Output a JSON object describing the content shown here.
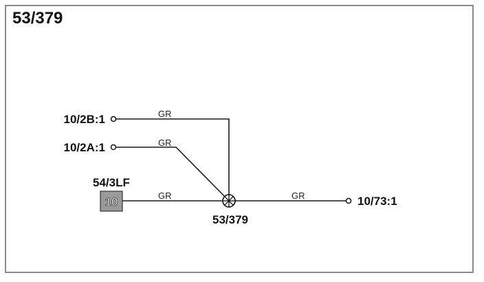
{
  "diagram": {
    "title": "53/379",
    "connectors": {
      "c1": "10/2B:1",
      "c2": "10/2A:1",
      "c3": "10/73:1",
      "ground_label": "54/3LF",
      "ground_number": "10"
    },
    "splice_label": "53/379",
    "wire_labels": {
      "w1": "GR",
      "w2": "GR",
      "w3": "GR",
      "w4": "GR"
    }
  }
}
